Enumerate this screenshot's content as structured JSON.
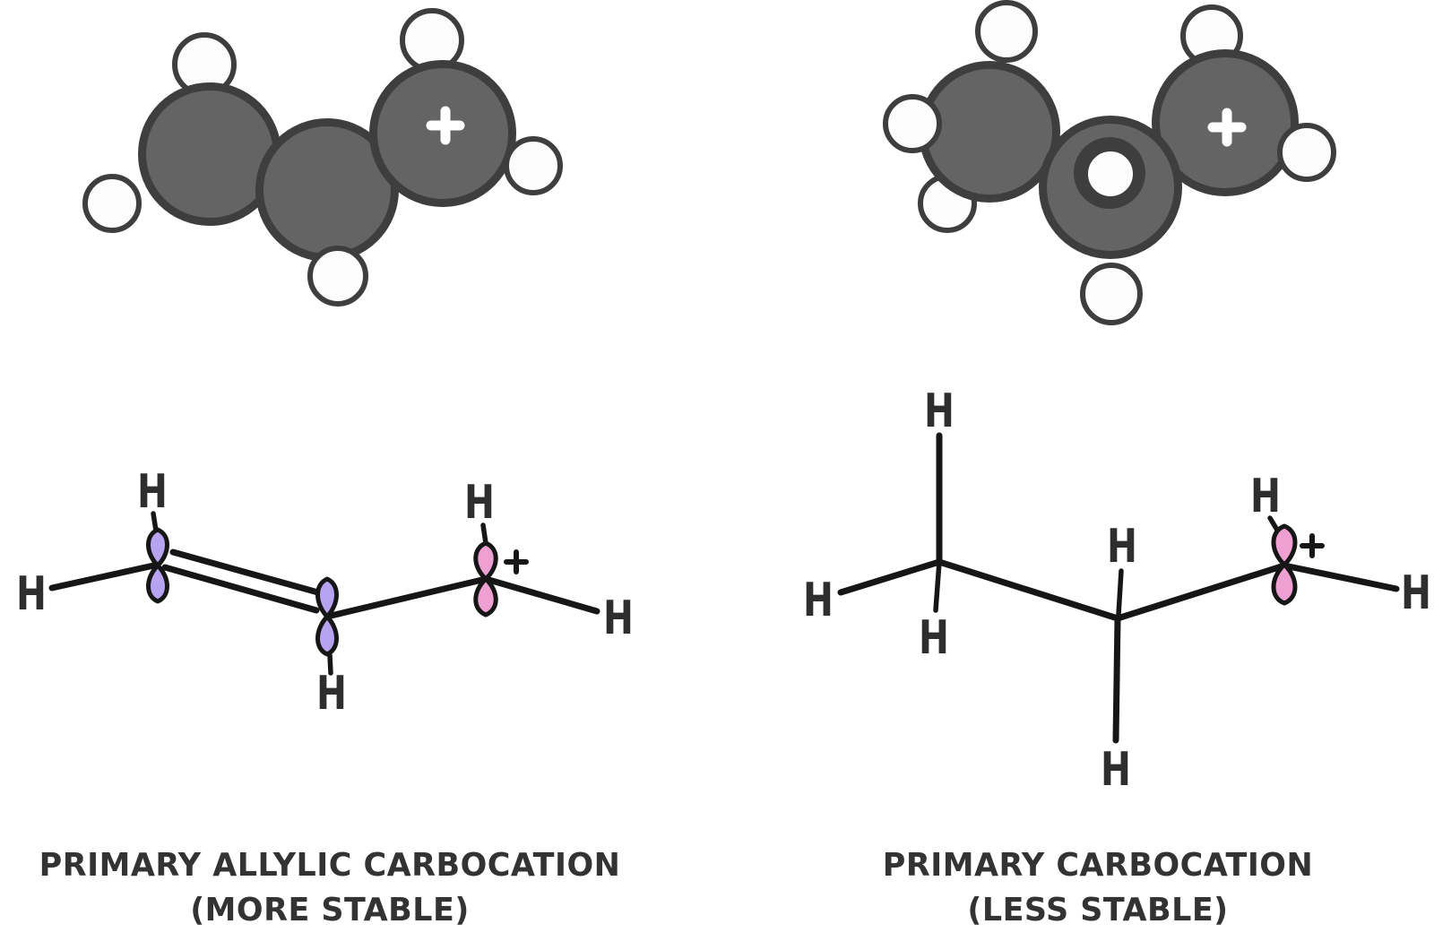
{
  "labels": {
    "hydrogen": "H",
    "plus_icon": "+"
  },
  "colors": {
    "background": "#ffffff",
    "carbon_fill": "#646464",
    "carbon_outline": "#3e3e3e",
    "hydrogen_fill": "#fcfcfc",
    "hydrogen_outline": "#3e3e3e",
    "orbital_purple": "#b7a3ef",
    "orbital_pink": "#efa0d3",
    "orbital_outline": "#161616",
    "bond": "#161616",
    "label": "#2e2e2e",
    "caption": "#333333",
    "plus_white": "#ffffff"
  },
  "left_molecule": {
    "caption_line1": "PRIMARY ALLYLIC CARBOCATION",
    "caption_line2": "(MORE STABLE)",
    "charge": "+",
    "carbon_count": 3,
    "hydrogen_count": 5
  },
  "right_molecule": {
    "caption_line1": "PRIMARY CARBOCATION",
    "caption_line2": "(LESS STABLE)",
    "charge": "+",
    "carbon_count": 3,
    "hydrogen_count": 7
  }
}
